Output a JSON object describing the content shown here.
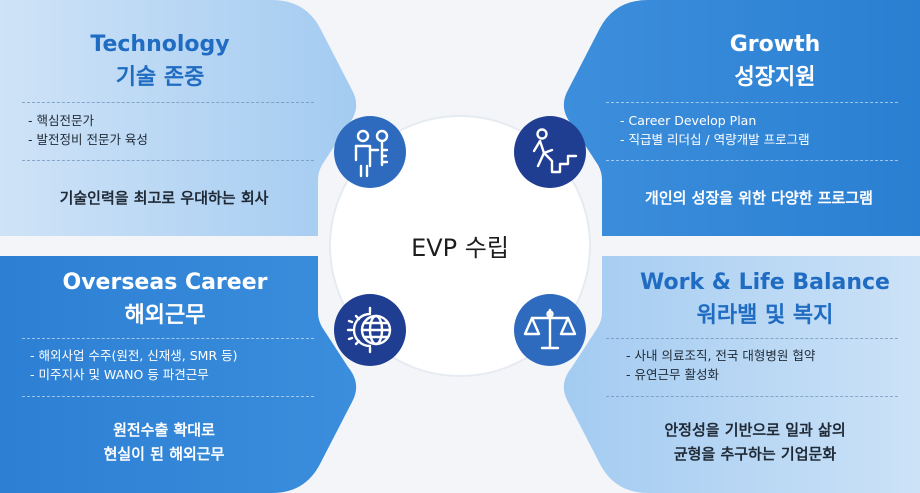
{
  "center": {
    "label": "EVP 수립"
  },
  "quadrants": {
    "technology": {
      "title_en": "Technology",
      "title_ko": "기술 존중",
      "bullets": [
        "- 핵심전문가",
        "- 발전정비 전문가 육성"
      ],
      "summary": "기술인력을 최고로 우대하는 회사",
      "icon": "engineer-key-icon"
    },
    "growth": {
      "title_en": "Growth",
      "title_ko": "성장지원",
      "bullets": [
        "- Career Develop Plan",
        "- 직급별 리더십 / 역량개발 프로그램"
      ],
      "summary": "개인의 성장을 위한 다양한 프로그램",
      "icon": "person-climbing-stairs-icon"
    },
    "overseas": {
      "title_en": "Overseas Career",
      "title_ko": "해외근무",
      "bullets": [
        "- 해외사업 수주(원전, 신재생, SMR 등)",
        "- 미주지사 및 WANO 등 파견근무"
      ],
      "summary_line1": "원전수출 확대로",
      "summary_line2": "현실이 된 해외근무",
      "icon": "globe-gear-icon"
    },
    "worklife": {
      "title_en": "Work & Life Balance",
      "title_ko": "워라밸 및 복지",
      "bullets": [
        "- 사내 의료조직, 전국 대형병원 협약",
        "- 유연근무 활성화"
      ],
      "summary_line1": "안정성을 기반으로 일과 삶의",
      "summary_line2": "균형을 추구하는 기업문화",
      "icon": "balance-scale-icon"
    }
  },
  "colors": {
    "light_blue": "#a7cdf1",
    "deep_blue": "#2f84d6",
    "dark_text": "#1f2a36",
    "navy_icon": "#1f3d91",
    "mid_icon": "#2e6bbf"
  }
}
